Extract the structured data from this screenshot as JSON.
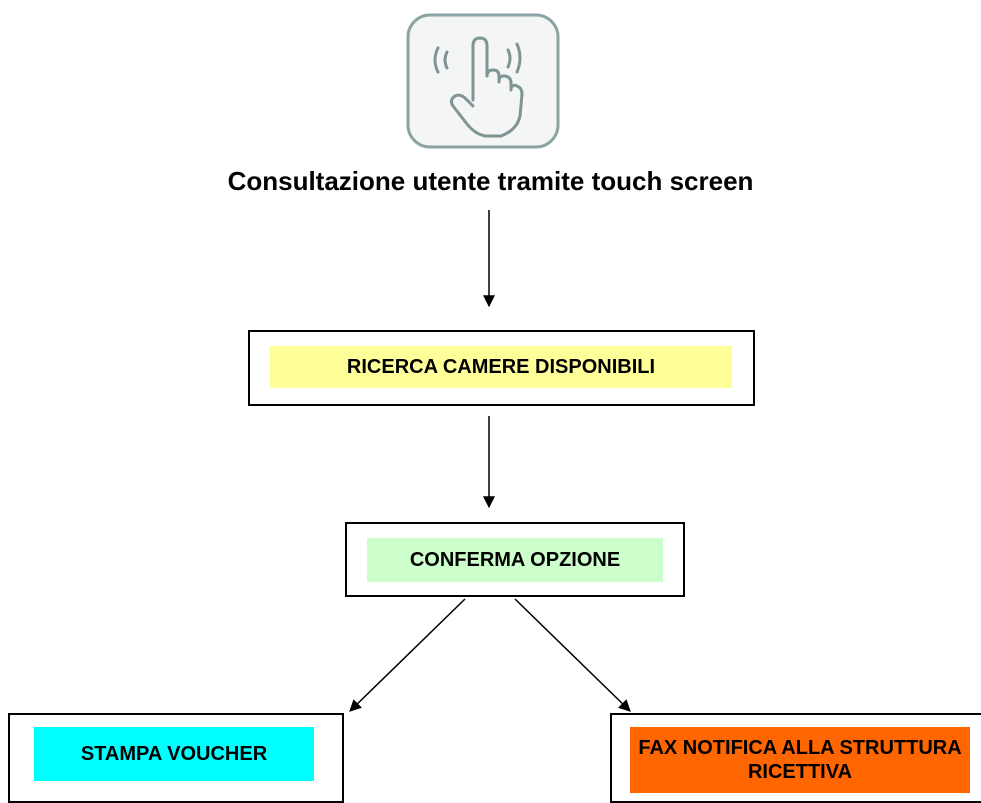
{
  "title": "Consultazione utente tramite touch screen",
  "icon": "touch-hand-icon",
  "nodes": {
    "search": {
      "label": "RICERCA CAMERE DISPONIBILI",
      "color": "#ffff99"
    },
    "confirm": {
      "label": "CONFERMA OPZIONE",
      "color": "#ccffcc"
    },
    "voucher": {
      "label": "STAMPA VOUCHER",
      "color": "#00ffff"
    },
    "fax": {
      "label": "FAX NOTIFICA ALLA STRUTTURA RICETTIVA",
      "color": "#ff6600"
    }
  },
  "edges": [
    {
      "from": "title",
      "to": "search"
    },
    {
      "from": "search",
      "to": "confirm"
    },
    {
      "from": "confirm",
      "to": "voucher"
    },
    {
      "from": "confirm",
      "to": "fax"
    }
  ]
}
